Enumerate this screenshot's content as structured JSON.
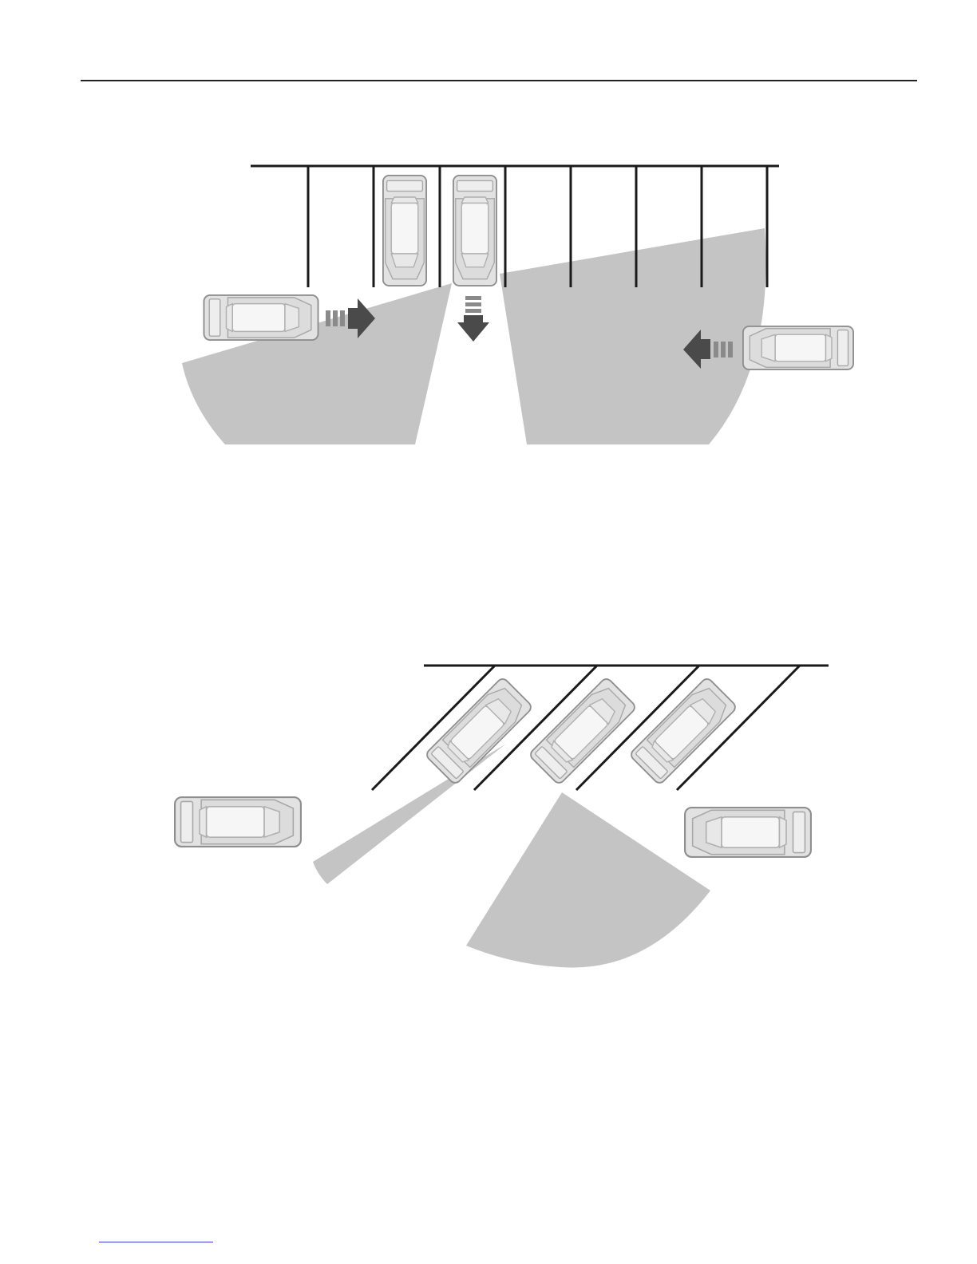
{
  "diagrams": [
    {
      "name": "perpendicular-parking",
      "sensor_zones": 2,
      "moving_cars": 2,
      "parked_cars": 2
    },
    {
      "name": "angled-parking",
      "sensor_zones": 2,
      "moving_cars": 2,
      "parked_cars": 3
    }
  ],
  "colors": {
    "zone": "#c4c4c4",
    "line": "#1a1a1a",
    "car_body": "#e2e2e2",
    "car_outline": "#8f8f8f",
    "arrow": "#4a4a4a"
  }
}
